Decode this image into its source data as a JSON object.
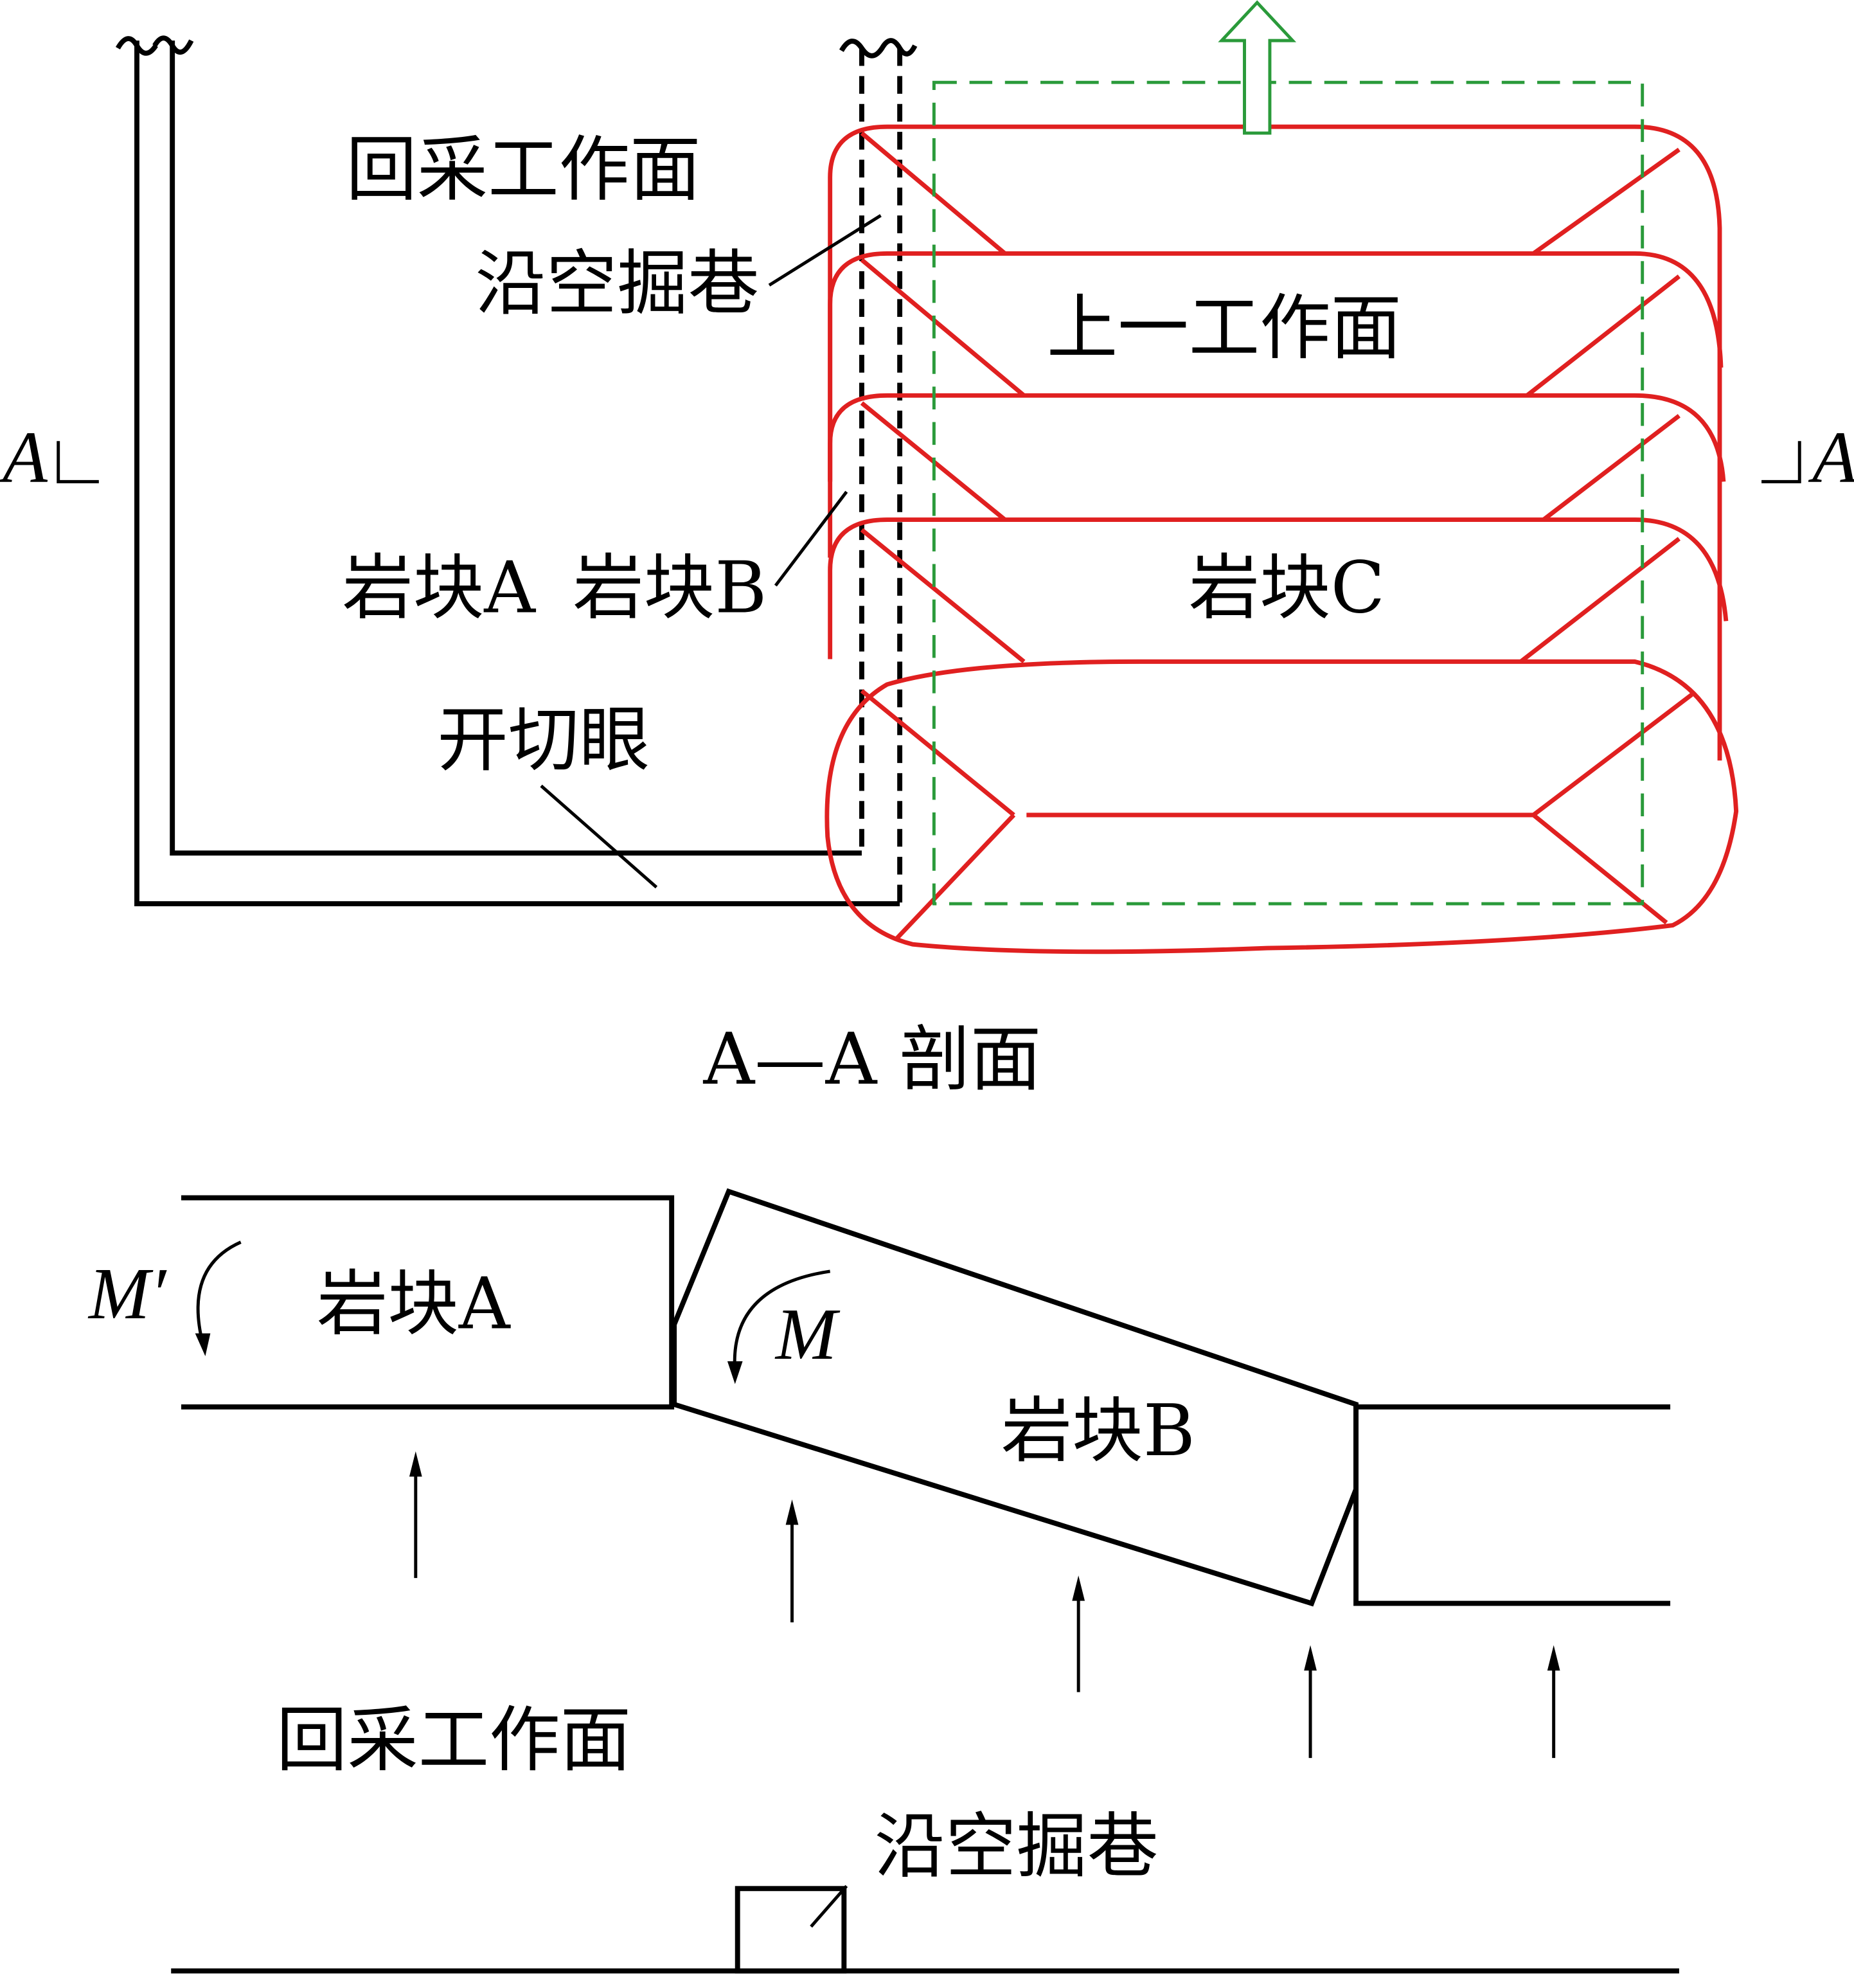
{
  "plan_view": {
    "labels": {
      "mining_face": "回采工作面",
      "gob_side_roadway": "沿空掘巷",
      "previous_face": "上一工作面",
      "block_a": "岩块A",
      "block_b": "岩块B",
      "block_c": "岩块C",
      "open_off_cut": "开切眼",
      "section_mark_left": "A",
      "section_mark_right": "A"
    },
    "colors": {
      "goaf": "#e02020",
      "boundary": "#2a9a3a",
      "roadway": "#000000"
    }
  },
  "section_view": {
    "title": "A—A 剖面",
    "labels": {
      "moment_prime": "M′",
      "moment": "M",
      "block_a": "岩块A",
      "block_b": "岩块B",
      "mining_face": "回采工作面",
      "gob_side_roadway": "沿空掘巷"
    }
  }
}
